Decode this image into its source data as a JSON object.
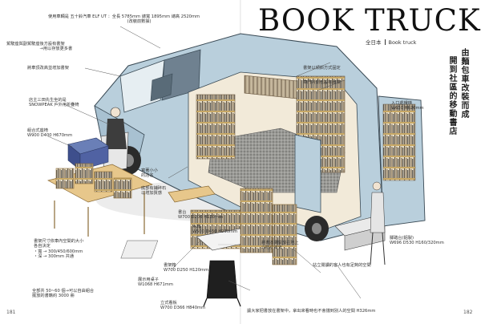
{
  "title": "BOOK TRUCK",
  "subtitle": {
    "left": "全日本",
    "right": "Book truck"
  },
  "vertical_caption": [
    "由麵包車改裝而成",
    "開到社區的移動書店"
  ],
  "page_numbers": {
    "left": "181",
    "right": "182"
  },
  "annotations": [
    {
      "key": "base",
      "text": "使用車輛是 五十鈴汽車 ELF UT ：全長 5785mm 總寬 1895mm 總高 2520mm\n　　　　　　　　　　　　　　　　　　　(改裝前數據)"
    },
    {
      "key": "rear_box",
      "text": "駕駛座與副駕駛座後方設有書架\n　　　　　　　　→用以存放更多書"
    },
    {
      "key": "roof",
      "text": "將車頂改高並增加書架"
    },
    {
      "key": "shelf_slope",
      "text": "書架以傾斜方式固定"
    },
    {
      "key": "chair",
      "text": "店主三田先生坐的是\nSNOWPEAK 戶外用折疊椅"
    },
    {
      "key": "seat_box",
      "text": "組合式座椅\nW900 D400 H670mm"
    },
    {
      "key": "shop_name",
      "text": "寫著小小\n的店名"
    },
    {
      "key": "gravel",
      "text": "底部有鋪碎石\n以增加質感"
    },
    {
      "key": "stand",
      "text": "書台\nW700 D200 H120mm"
    },
    {
      "key": "floor",
      "text": "木箱\nW500 D450 H230mm"
    },
    {
      "key": "door_shelf",
      "text": "車門內側也設有書架"
    },
    {
      "key": "entry",
      "text": "入口處樓梯\nW630 H620mm"
    },
    {
      "key": "crate",
      "text": "書架箱\nW700 D250 H120mm"
    },
    {
      "key": "shelf_size",
      "text": "書架尺寸依車內空間的大小\n各自決定\n・寬 → 300/450/600mm\n・深 → 300mm 共通"
    },
    {
      "key": "table",
      "text": "展示用桌子\nW1068 H671mm"
    },
    {
      "key": "total",
      "text": "全部共 50~60 個→可以自由組合\n擺放的書籍約 3000 冊"
    },
    {
      "key": "board",
      "text": "立式看板\nW700 D366 H840mm"
    },
    {
      "key": "books_floor",
      "text": "將書本攤開放在地上\n以吸引目光"
    },
    {
      "key": "step",
      "text": "腳踏台(鋁製)\nW696 D530 H160/320mm"
    },
    {
      "key": "standing",
      "text": "站立閱讀的客人也有足夠的空間"
    },
    {
      "key": "bottom",
      "text": "讓大家把書放在書架中，拿出來看時也不會擋到別人的空間 H326mm"
    }
  ]
}
